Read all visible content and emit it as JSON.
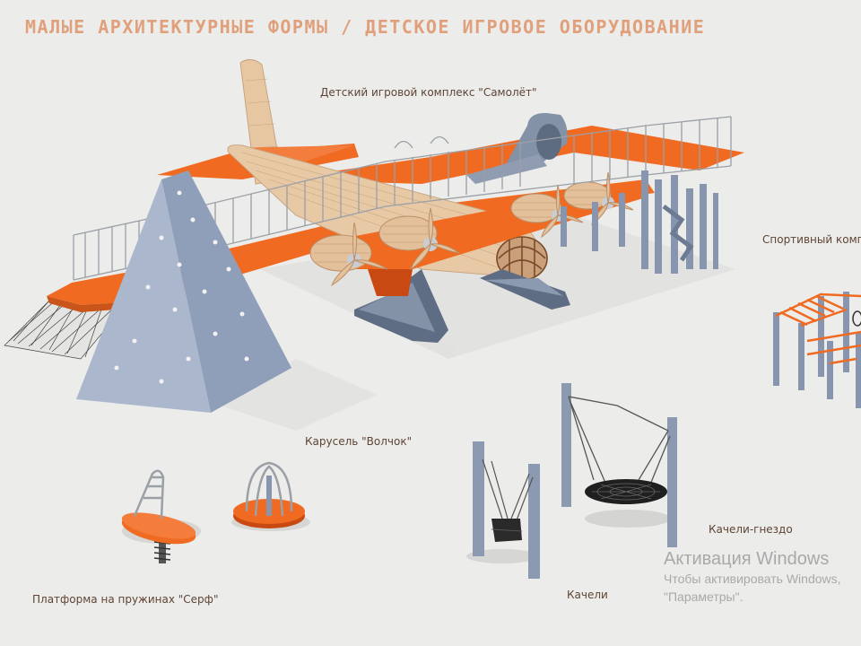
{
  "page": {
    "title": "МАЛЫЕ АРХИТЕКТУРНЫЕ ФОРМЫ / ДЕТСКОЕ ИГРОВОЕ ОБОРУДОВАНИЕ"
  },
  "labels": {
    "airplane": "Детский игровой комплекс \"Самолёт\"",
    "sport": "Спортивный комп",
    "carousel": "Карусель \"Волчок\"",
    "nest_swing": "Качели-гнездо",
    "swing": "Качели",
    "surf": "Платформа на пружинах \"Серф\""
  },
  "watermark": {
    "title": "Активация Windows",
    "line1": "Чтобы активировать Windows,",
    "line2": "\"Параметры\"."
  },
  "colors": {
    "orange": "#f06a21",
    "grey_blue": "#8e9fba",
    "wood": "#e6c4a0",
    "railing": "#9aa0a6",
    "background": "#ececea"
  }
}
